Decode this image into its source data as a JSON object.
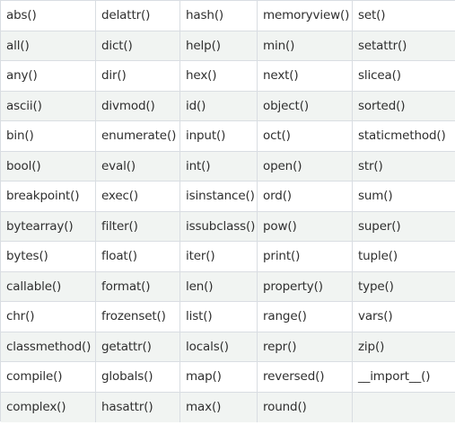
{
  "table": {
    "rows": [
      [
        "abs()",
        "delattr()",
        "hash()",
        "memoryview()",
        "set()"
      ],
      [
        "all()",
        "dict()",
        "help()",
        "min()",
        "setattr()"
      ],
      [
        "any()",
        "dir()",
        "hex()",
        "next()",
        "slicea()"
      ],
      [
        "ascii()",
        "divmod()",
        "id()",
        "object()",
        "sorted()"
      ],
      [
        "bin()",
        "enumerate()",
        "input()",
        "oct()",
        "staticmethod()"
      ],
      [
        "bool()",
        "eval()",
        "int()",
        "open()",
        "str()"
      ],
      [
        "breakpoint()",
        "exec()",
        "isinstance()",
        "ord()",
        "sum()"
      ],
      [
        "bytearray()",
        "filter()",
        "issubclass()",
        "pow()",
        "super()"
      ],
      [
        "bytes()",
        "float()",
        "iter()",
        "print()",
        "tuple()"
      ],
      [
        "callable()",
        "format()",
        "len()",
        "property()",
        "type()"
      ],
      [
        "chr()",
        "frozenset()",
        "list()",
        "range()",
        "vars()"
      ],
      [
        "classmethod()",
        "getattr()",
        "locals()",
        "repr()",
        "zip()"
      ],
      [
        "compile()",
        "globals()",
        "map()",
        "reversed()",
        "__import__()"
      ],
      [
        "complex()",
        "hasattr()",
        "max()",
        "round()",
        ""
      ]
    ]
  }
}
